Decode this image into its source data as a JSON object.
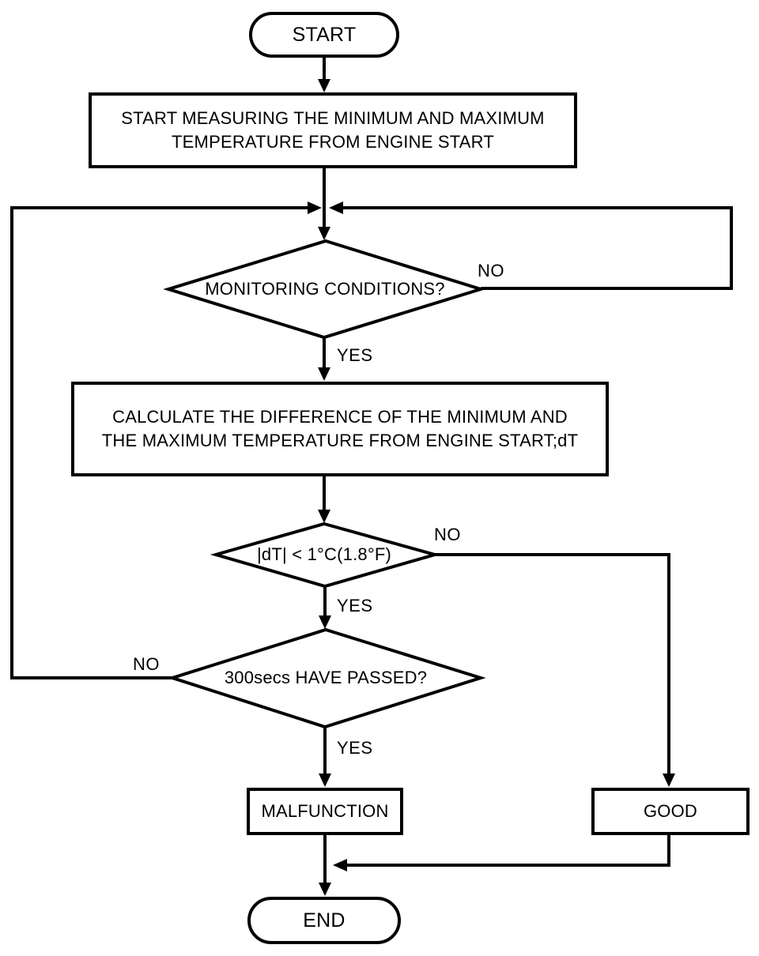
{
  "flowchart": {
    "title": "engine-start temperature monitoring flow",
    "colors": {
      "line": "#000000",
      "background": "#ffffff",
      "text": "#000000"
    },
    "nodes": {
      "start": {
        "type": "terminator",
        "label": "START"
      },
      "measure": {
        "type": "process",
        "line1": "START MEASURING THE MINIMUM AND MAXIMUM",
        "line2": "TEMPERATURE FROM ENGINE START"
      },
      "monitoring": {
        "type": "decision",
        "label": "MONITORING CONDITIONS?"
      },
      "calculate": {
        "type": "process",
        "line1": "CALCULATE THE DIFFERENCE OF THE MINIMUM AND",
        "line2": "THE MAXIMUM TEMPERATURE FROM ENGINE START;dT"
      },
      "dt_check": {
        "type": "decision",
        "label": "|dT| < 1°C(1.8°F)"
      },
      "timer_check": {
        "type": "decision",
        "label": "300secs HAVE PASSED?"
      },
      "malfunction": {
        "type": "process",
        "label": "MALFUNCTION"
      },
      "good": {
        "type": "process",
        "label": "GOOD"
      },
      "end": {
        "type": "terminator",
        "label": "END"
      }
    },
    "edge_labels": {
      "monitoring_no": "NO",
      "monitoring_yes": "YES",
      "dt_no": "NO",
      "dt_yes": "YES",
      "timer_no": "NO",
      "timer_yes": "YES"
    }
  }
}
